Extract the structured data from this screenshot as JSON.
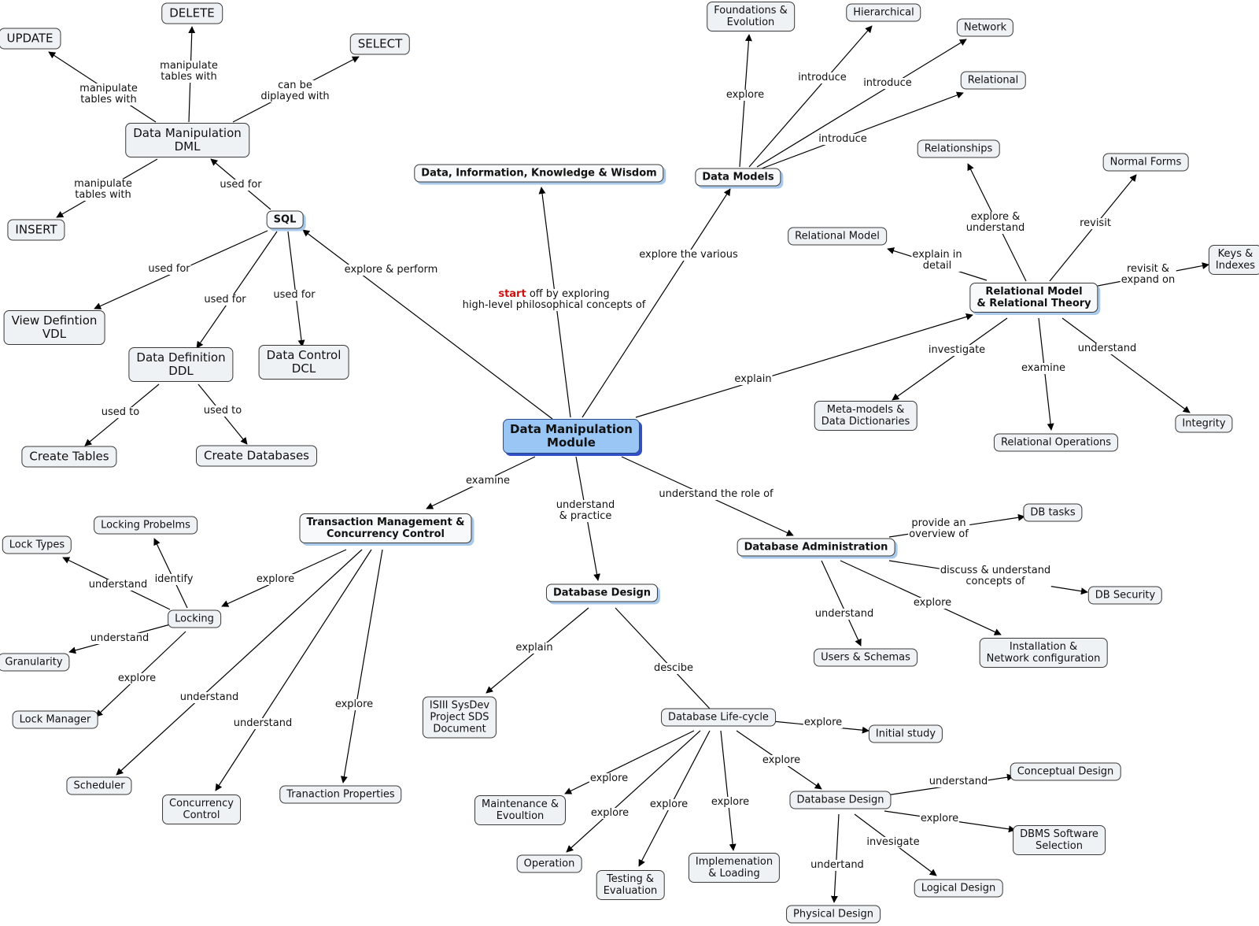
{
  "nodes": {
    "center": "Data Manipulation\nModule",
    "dikw": "Data, Information, Knowledge & Wisdom",
    "data_models": "Data Models",
    "foundations": "Foundations &\nEvolution",
    "hierarchical": "Hierarchical",
    "network": "Network",
    "relational": "Relational",
    "relational_theory": "Relational Model\n& Relational Theory",
    "relationships": "Relationships",
    "normal_forms": "Normal Forms",
    "relational_model": "Relational Model",
    "keys_indexes": "Keys &\nIndexes",
    "meta_models": "Meta-models &\nData Dictionaries",
    "relational_operations": "Relational Operations",
    "integrity": "Integrity",
    "sql": "SQL",
    "dml": "Data Manipulation\nDML",
    "update": "UPDATE",
    "delete": "DELETE",
    "select": "SELECT",
    "insert": "INSERT",
    "vdl": "View Defintion\nVDL",
    "ddl": "Data Definition\nDDL",
    "dcl": "Data Control\nDCL",
    "create_tables": "Create Tables",
    "create_databases": "Create Databases",
    "transaction": "Transaction Management &\nConcurrency Control",
    "locking": "Locking",
    "lock_types": "Lock Types",
    "locking_problems": "Locking Probelms",
    "granularity": "Granularity",
    "lock_manager": "Lock Manager",
    "scheduler": "Scheduler",
    "concurrency_control": "Concurrency\nControl",
    "transaction_properties": "Tranaction Properties",
    "database_design": "Database Design",
    "isiii": "ISIII SysDev\nProject SDS\nDocument",
    "lifecycle": "Database Life-cycle",
    "initial_study": "Initial study",
    "maintenance": "Maintenance &\nEvoultion",
    "operation": "Operation",
    "testing": "Testing &\nEvaluation",
    "implementation": "Implemenation\n& Loading",
    "database_design2": "Database Design",
    "conceptual_design": "Conceptual Design",
    "dbms_selection": "DBMS Software\nSelection",
    "logical_design": "Logical Design",
    "physical_design": "Physical Design",
    "db_admin": "Database Administration",
    "db_tasks": "DB tasks",
    "db_security": "DB Security",
    "users_schemas": "Users & Schemas",
    "installation": "Installation &\nNetwork configuration"
  },
  "links": {
    "dikw_start": "start",
    "dikw_rest": " off by exploring\nhigh-level philosophical concepts of",
    "explore_the_various": "explore the various",
    "explain": "explain",
    "explore_perform": "explore & perform",
    "examine": "examine",
    "understand_practice": "understand\n& practice",
    "understand_role": "understand the role of",
    "explore": "explore",
    "introduce": "introduce",
    "explore_understand": "explore &\nunderstand",
    "revisit": "revisit",
    "explain_detail": "explain in\ndetail",
    "revisit_expand": "revisit &\nexpand on",
    "investigate": "investigate",
    "understand": "understand",
    "used_for": "used for",
    "manipulate": "manipulate\ntables with",
    "displayed": "can be\ndiplayed with",
    "used_to": "used to",
    "identify": "identify",
    "describe": "descibe",
    "undertand": "undertand",
    "invesigate": "invesigate",
    "provide_overview": "provide an\noverview of",
    "discuss_understand": "discuss & understand\nconcepts of"
  },
  "colors": {
    "center_fill": "#99c6f4",
    "center_shadow": "#3150c8",
    "bold_shadow": "#a9c9ea",
    "node_fill": "#eef2f4",
    "start_text": "#cc1111"
  }
}
